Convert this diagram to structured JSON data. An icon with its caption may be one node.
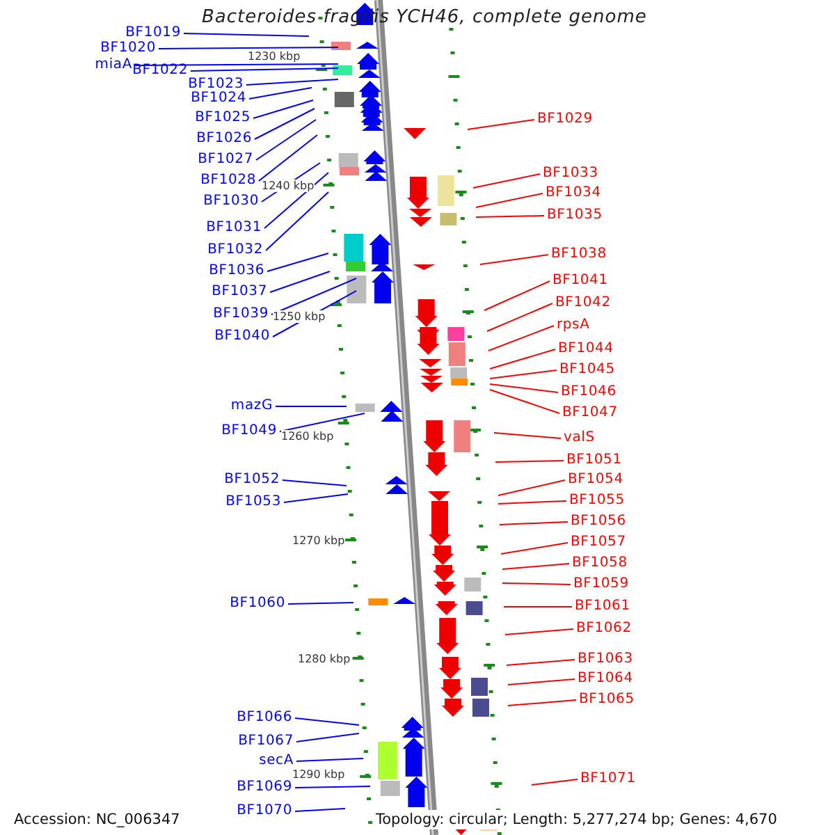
{
  "diagram": {
    "title": "Bacteroides fragilis YCH46, complete genome",
    "nodes": [
      {
        "text": [
          "BF1019"
        ]
      },
      {
        "text": [
          "BF1020"
        ]
      },
      {
        "text": [
          "miaA"
        ]
      },
      {
        "text": [
          "BF1022"
        ]
      },
      {
        "text": [
          "BF1023"
        ]
      },
      {
        "text": [
          "BF1024"
        ]
      },
      {
        "text": [
          "BF1025"
        ]
      },
      {
        "text": [
          "BF1026"
        ]
      },
      {
        "text": [
          "BF1027"
        ]
      },
      {
        "text": [
          "BF1028"
        ]
      },
      {
        "text": [
          "BF1030"
        ]
      },
      {
        "text": [
          "BF1031"
        ]
      },
      {
        "text": [
          "BF1032"
        ]
      },
      {
        "text": [
          "BF1036"
        ]
      },
      {
        "text": [
          "BF1037"
        ]
      },
      {
        "text": [
          "BF1039"
        ]
      },
      {
        "text": [
          "BF1040"
        ]
      },
      {
        "text": [
          "mazG"
        ]
      },
      {
        "text": [
          "BF1049"
        ]
      },
      {
        "text": [
          "BF1052"
        ]
      },
      {
        "text": [
          "BF1053"
        ]
      },
      {
        "text": [
          "BF1060"
        ]
      },
      {
        "text": [
          "BF1066"
        ]
      },
      {
        "text": [
          "BF1067"
        ]
      },
      {
        "text": [
          "secA"
        ]
      },
      {
        "text": [
          "BF1069"
        ]
      },
      {
        "text": [
          "BF1070"
        ]
      },
      {
        "text": [
          "BF1029"
        ]
      },
      {
        "text": [
          "BF1033"
        ]
      },
      {
        "text": [
          "BF1034"
        ]
      },
      {
        "text": [
          "BF1035"
        ]
      },
      {
        "text": [
          "BF1038"
        ]
      },
      {
        "text": [
          "BF1041"
        ]
      },
      {
        "text": [
          "BF1042"
        ]
      },
      {
        "text": [
          "rpsA"
        ]
      },
      {
        "text": [
          "BF1044"
        ]
      },
      {
        "text": [
          "BF1045"
        ]
      },
      {
        "text": [
          "BF1046"
        ]
      },
      {
        "text": [
          "BF1047"
        ]
      },
      {
        "text": [
          "valS"
        ]
      },
      {
        "text": [
          "BF1051"
        ]
      },
      {
        "text": [
          "BF1054"
        ]
      },
      {
        "text": [
          "BF1055"
        ]
      },
      {
        "text": [
          "BF1056"
        ]
      },
      {
        "text": [
          "BF1057"
        ]
      },
      {
        "text": [
          "BF1058"
        ]
      },
      {
        "text": [
          "BF1059"
        ]
      },
      {
        "text": [
          "BF1061"
        ]
      },
      {
        "text": [
          "BF1062"
        ]
      },
      {
        "text": [
          "BF1063"
        ]
      },
      {
        "text": [
          "BF1064"
        ]
      },
      {
        "text": [
          "BF1065"
        ]
      },
      {
        "text": [
          "BF1071"
        ]
      }
    ],
    "edges": [
      {
        "from": 0,
        "to": null,
        "arrow": "none"
      },
      {
        "from": 1,
        "to": null,
        "arrow": "none"
      },
      {
        "from": 2,
        "to": null,
        "arrow": "none"
      },
      {
        "from": 3,
        "to": null,
        "arrow": "none"
      },
      {
        "from": 4,
        "to": null,
        "arrow": "none"
      },
      {
        "from": 5,
        "to": null,
        "arrow": "none"
      },
      {
        "from": 6,
        "to": null,
        "arrow": "none"
      },
      {
        "from": 7,
        "to": null,
        "arrow": "none"
      },
      {
        "from": 8,
        "to": null,
        "arrow": "none"
      },
      {
        "from": 9,
        "to": null,
        "arrow": "none"
      },
      {
        "from": 10,
        "to": null,
        "arrow": "none"
      },
      {
        "from": 11,
        "to": null,
        "arrow": "none"
      },
      {
        "from": 12,
        "to": null,
        "arrow": "none"
      },
      {
        "from": 13,
        "to": null,
        "arrow": "none"
      },
      {
        "from": 14,
        "to": null,
        "arrow": "none"
      },
      {
        "from": 15,
        "to": null,
        "arrow": "none"
      },
      {
        "from": 16,
        "to": null,
        "arrow": "none"
      },
      {
        "from": 17,
        "to": null,
        "arrow": "none"
      },
      {
        "from": 18,
        "to": null,
        "arrow": "none"
      },
      {
        "from": 19,
        "to": null,
        "arrow": "none"
      },
      {
        "from": 20,
        "to": null,
        "arrow": "none"
      },
      {
        "from": 21,
        "to": null,
        "arrow": "none"
      },
      {
        "from": 22,
        "to": null,
        "arrow": "none"
      },
      {
        "from": 23,
        "to": null,
        "arrow": "none"
      },
      {
        "from": 24,
        "to": null,
        "arrow": "none"
      },
      {
        "from": 25,
        "to": null,
        "arrow": "none"
      },
      {
        "from": 26,
        "to": null,
        "arrow": "none"
      },
      {
        "from": 27,
        "to": null,
        "arrow": "none",
        "color": "#ff0000"
      },
      {
        "from": 28,
        "to": null,
        "arrow": "none",
        "color": "#ff0000"
      },
      {
        "from": 29,
        "to": null,
        "arrow": "none",
        "color": "#ff0000"
      },
      {
        "from": 30,
        "to": null,
        "arrow": "none",
        "color": "#ff0000"
      },
      {
        "from": 31,
        "to": null,
        "arrow": "none",
        "color": "#ff0000"
      },
      {
        "from": 32,
        "to": null,
        "arrow": "none",
        "color": "#ff0000"
      },
      {
        "from": 33,
        "to": null,
        "arrow": "none",
        "color": "#ff0000"
      },
      {
        "from": 34,
        "to": null,
        "arrow": "none",
        "color": "#ff0000"
      },
      {
        "from": 35,
        "to": null,
        "arrow": "none",
        "color": "#ff0000"
      },
      {
        "from": 36,
        "to": null,
        "arrow": "none",
        "color": "#ff0000"
      },
      {
        "from": 37,
        "to": null,
        "arrow": "none",
        "color": "#ff0000"
      },
      {
        "from": 38,
        "to": null,
        "arrow": "none",
        "color": "#ff0000"
      },
      {
        "from": 39,
        "to": null,
        "arrow": "none",
        "color": "#ff0000"
      },
      {
        "from": 40,
        "to": null,
        "arrow": "none",
        "color": "#ff0000"
      },
      {
        "from": 41,
        "to": null,
        "arrow": "none",
        "color": "#ff0000"
      },
      {
        "from": 42,
        "to": null,
        "arrow": "none",
        "color": "#ff0000"
      },
      {
        "from": 43,
        "to": null,
        "arrow": "none",
        "color": "#ff0000"
      },
      {
        "from": 44,
        "to": null,
        "arrow": "none",
        "color": "#ff0000"
      },
      {
        "from": 45,
        "to": null,
        "arrow": "none",
        "color": "#ff0000"
      },
      {
        "from": 46,
        "to": null,
        "arrow": "none",
        "color": "#ff0000"
      },
      {
        "from": 47,
        "to": null,
        "arrow": "none",
        "color": "#ff0000"
      },
      {
        "from": 48,
        "to": null,
        "arrow": "none",
        "color": "#ff0000"
      },
      {
        "from": 49,
        "to": null,
        "arrow": "none",
        "color": "#ff0000"
      },
      {
        "from": 50,
        "to": null,
        "arrow": "none",
        "color": "#ff0000"
      },
      {
        "from": 51,
        "to": null,
        "arrow": "none",
        "color": "#ff0000"
      },
      {
        "from": 52,
        "to": null,
        "arrow": "none",
        "color": "#ff0000"
      }
    ],
    "labels": [
      "1230 kbp",
      "1240 kbp",
      "1250 kbp",
      "1260 kbp",
      "1270 kbp",
      "1280 kbp",
      "1290 kbp",
      "Accession: NC_006347",
      "Topology: circular; Length: 5,277,274 bp; Genes: 4,670"
    ]
  }
}
